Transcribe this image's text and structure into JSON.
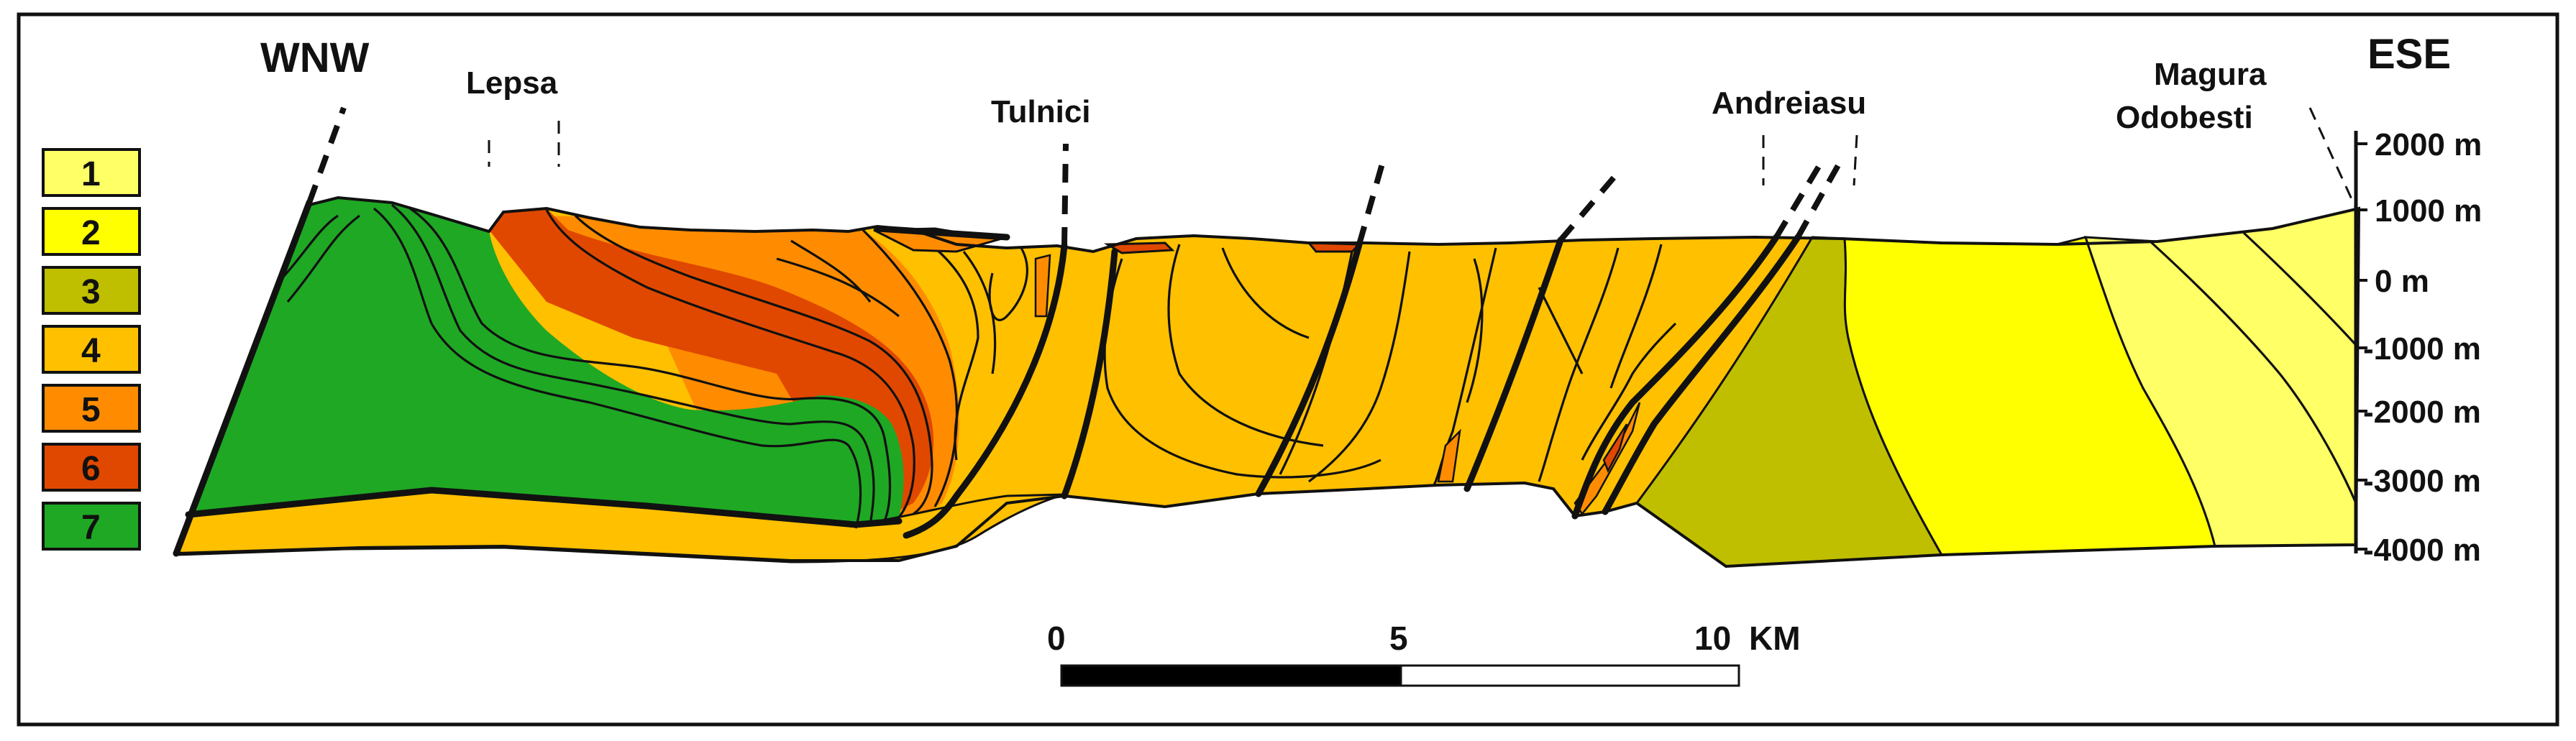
{
  "directions": {
    "west": "WNW",
    "east": "ESE"
  },
  "localities": {
    "lepsa": "Lepsa",
    "tulnici": "Tulnici",
    "andreiasu": "Andreiasu",
    "magura_line1": "Magura",
    "magura_line2": "Odobesti"
  },
  "elevation_axis": [
    "2000 m",
    "1000 m",
    "0 m",
    "-1000 m",
    "-2000 m",
    "-3000 m",
    "-4000 m"
  ],
  "legend": [
    {
      "label": "1",
      "color": "#ffff66"
    },
    {
      "label": "2",
      "color": "#ffff00"
    },
    {
      "label": "3",
      "color": "#bfbf00"
    },
    {
      "label": "4",
      "color": "#ffc000"
    },
    {
      "label": "5",
      "color": "#ff8c00"
    },
    {
      "label": "6",
      "color": "#e04800"
    },
    {
      "label": "7",
      "color": "#1fa824"
    }
  ],
  "scale_bar": {
    "labels": [
      "0",
      "5",
      "10"
    ],
    "unit": "KM"
  }
}
